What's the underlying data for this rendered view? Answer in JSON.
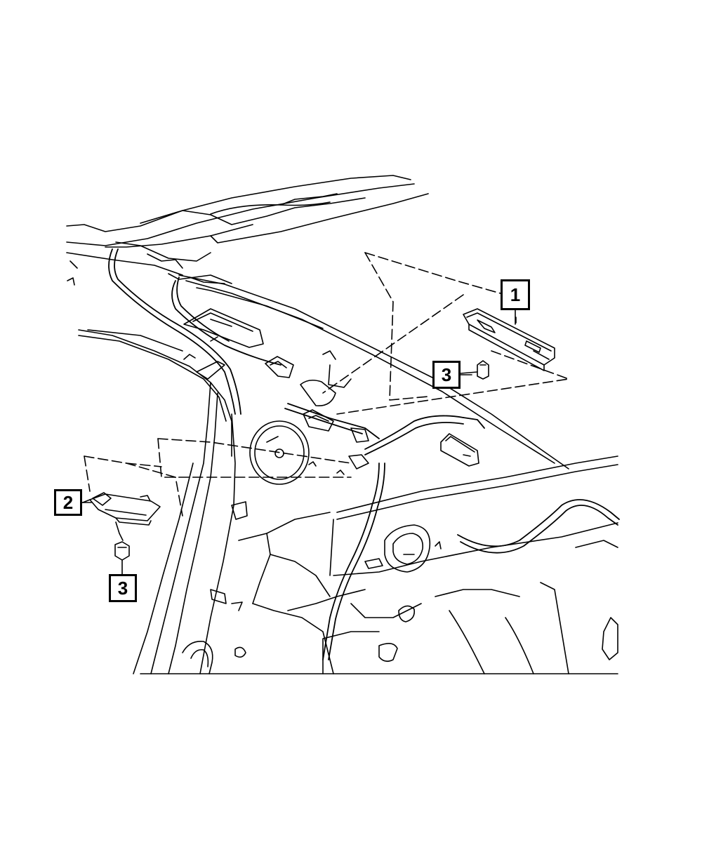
{
  "diagram": {
    "callouts": [
      {
        "id": "callout-1",
        "label": "1"
      },
      {
        "id": "callout-3a",
        "label": "3"
      },
      {
        "id": "callout-2",
        "label": "2"
      },
      {
        "id": "callout-3b",
        "label": "3"
      }
    ],
    "colors": {
      "line": "#000000",
      "background": "#ffffff"
    }
  }
}
